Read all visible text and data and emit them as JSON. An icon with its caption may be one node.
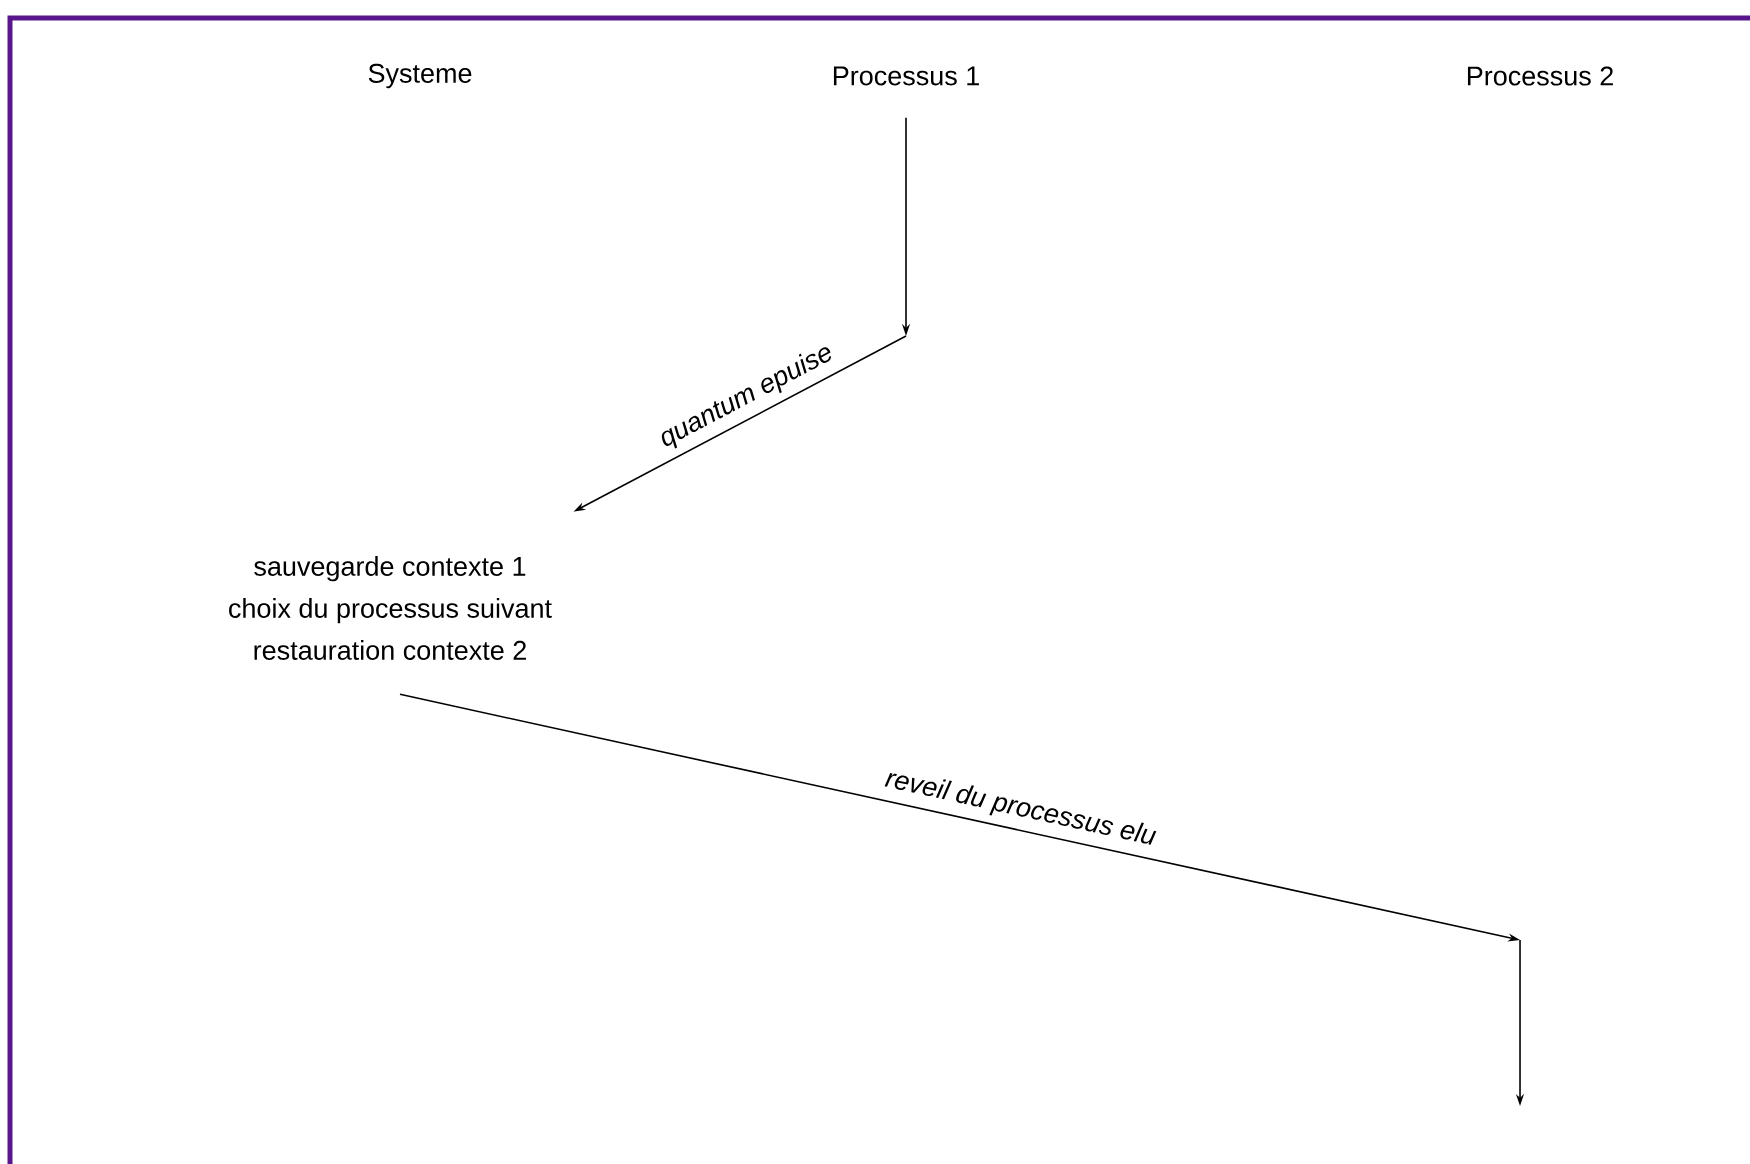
{
  "diagram": {
    "nodes": [
      {
        "text": [
          "Systeme"
        ]
      },
      {
        "text": [
          "Processus 1"
        ]
      },
      {
        "text": [
          "Processus 2"
        ]
      },
      {
        "text": [
          "sauvegarde contexte 1",
          "choix du processus suivant",
          "restauration contexte 2"
        ]
      }
    ],
    "edges": [
      {
        "from": 1,
        "to": 3,
        "arrow": "to",
        "label": "quantum epuise"
      },
      {
        "from": 3,
        "to": null,
        "arrow": "to",
        "label": "reveil du processus elu"
      }
    ]
  }
}
